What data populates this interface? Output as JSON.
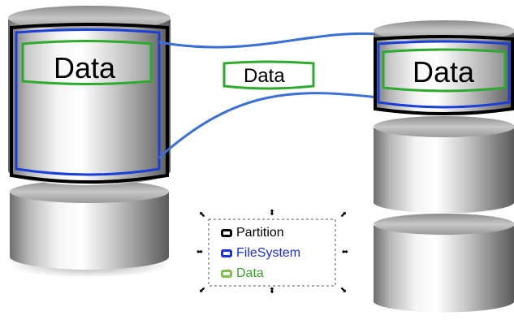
{
  "labels": {
    "left_data": "Data",
    "middle_data": "Data",
    "right_data": "Data"
  },
  "legend": {
    "items": [
      {
        "label": "Partition",
        "color": "#000000",
        "text_color": "#000000"
      },
      {
        "label": "FileSystem",
        "color": "#1a2fe0",
        "text_color": "#1a2fe0"
      },
      {
        "label": "Data",
        "color": "#7cc04a",
        "text_color": "#3aa02a"
      }
    ]
  },
  "colors": {
    "partition": "#000000",
    "filesystem": "#1a3fd6",
    "data": "#2eaa2e",
    "link_line": "#3a6fd6"
  }
}
